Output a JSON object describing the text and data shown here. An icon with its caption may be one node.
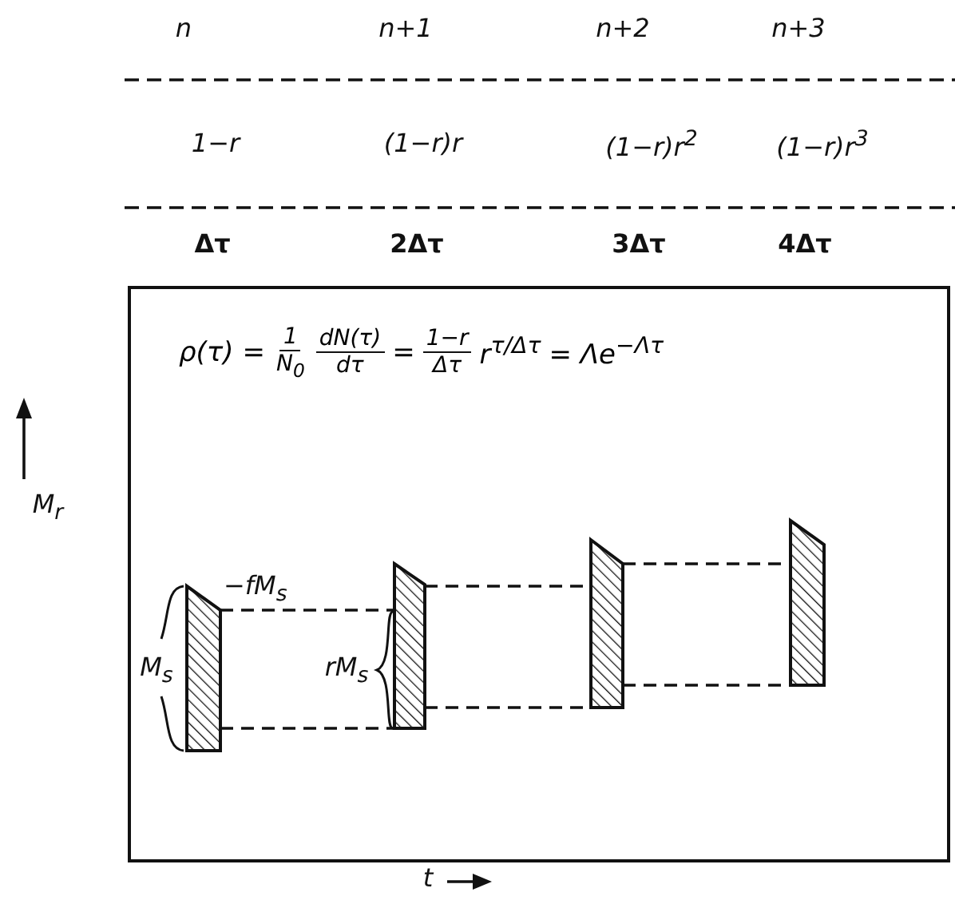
{
  "diagram": {
    "nodes": [
      {
        "text": [
          "ρ(τ) =",
          "1",
          "N$_{0}$",
          "dN(τ)",
          "dτ",
          "=",
          "1−r",
          "Δτ",
          "r$^{τ/Δτ}$",
          "= Λe$^{−Λτ}$"
        ]
      },
      {
        "text": [],
        "shape": "bar",
        "in": 0
      },
      {
        "text": [],
        "shape": "bar",
        "in": 0
      },
      {
        "text": [],
        "shape": "bar",
        "in": 0
      },
      {
        "text": [],
        "shape": "bar",
        "in": 0
      }
    ],
    "edges": [
      {
        "from": 1,
        "to": 2,
        "arrow": "none",
        "style": "dashed"
      },
      {
        "from": 1,
        "to": 2,
        "arrow": "none",
        "style": "dashed"
      },
      {
        "from": 2,
        "to": 3,
        "arrow": "none",
        "style": "dashed"
      },
      {
        "from": 2,
        "to": 3,
        "arrow": "none",
        "style": "dashed"
      },
      {
        "from": 3,
        "to": 4,
        "arrow": "none",
        "style": "dashed"
      },
      {
        "from": 3,
        "to": 4,
        "arrow": "none",
        "style": "dashed"
      }
    ],
    "labels": [
      "n",
      "n+1",
      "n+2",
      "n+3",
      "1−r",
      "(1−r)r",
      "(1−r)r$^{2}$",
      "(1−r)r$^{3}$",
      "Δτ",
      "2Δτ",
      "3Δτ",
      "4Δτ",
      "M$_{r}$",
      "−fM$_{s}$",
      "M$_{s}$",
      "rM$_{s}$",
      "t"
    ]
  }
}
